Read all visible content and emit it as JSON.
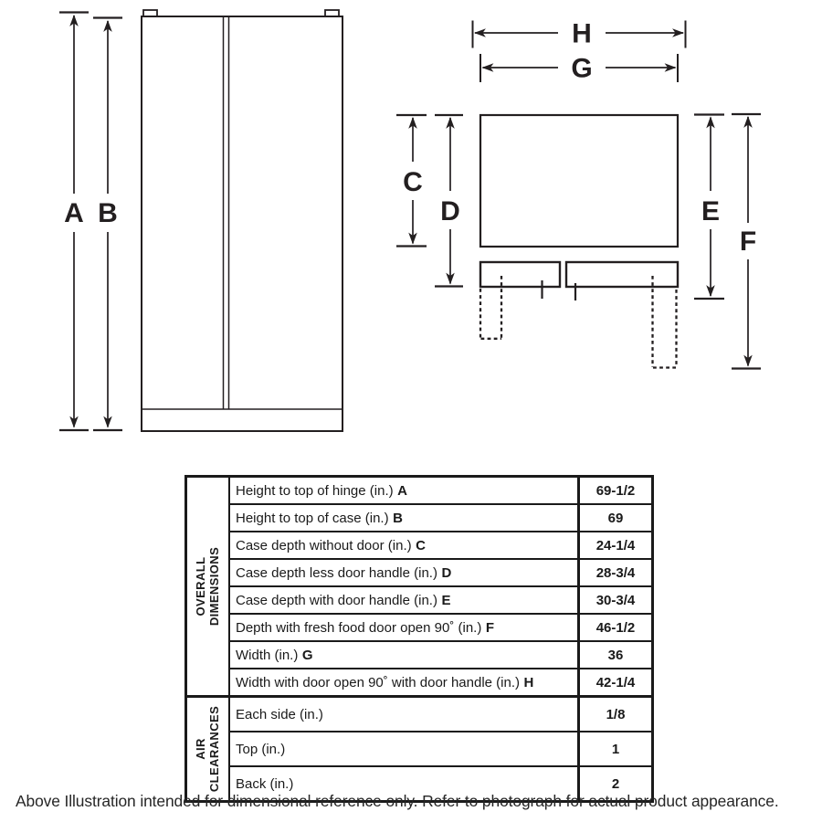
{
  "colors": {
    "ink": "#231f20",
    "background": "#ffffff"
  },
  "diagram": {
    "labels": {
      "A": "A",
      "B": "B",
      "C": "C",
      "D": "D",
      "E": "E",
      "F": "F",
      "G": "G",
      "H": "H"
    }
  },
  "table": {
    "sections": [
      {
        "header_line1": "OVERALL",
        "header_line2": "DIMENSIONS",
        "rows": [
          {
            "label": "Height to top of hinge (in.)",
            "letter": "A",
            "value": "69-1/2"
          },
          {
            "label": "Height to top of case (in.)",
            "letter": "B",
            "value": "69"
          },
          {
            "label": "Case depth without door (in.)",
            "letter": "C",
            "value": "24-1/4"
          },
          {
            "label": "Case depth less door handle (in.)",
            "letter": "D",
            "value": "28-3/4"
          },
          {
            "label": "Case depth with door handle (in.)",
            "letter": "E",
            "value": "30-3/4"
          },
          {
            "label": "Depth with fresh food door open 90˚ (in.)",
            "letter": "F",
            "value": "46-1/2"
          },
          {
            "label": "Width (in.)",
            "letter": "G",
            "value": "36"
          },
          {
            "label": "Width with door open 90˚ with door handle (in.)",
            "letter": "H",
            "value": "42-1/4"
          }
        ]
      },
      {
        "header_line1": "AIR",
        "header_line2": "CLEARANCES",
        "rows": [
          {
            "label": "Each side (in.)",
            "value": "1/8"
          },
          {
            "label": "Top (in.)",
            "value": "1"
          },
          {
            "label": "Back (in.)",
            "value": "2"
          }
        ]
      }
    ]
  },
  "footer": {
    "note": "Above Illustration intended for dimensional reference only. Refer to photograph for actual product appearance."
  }
}
